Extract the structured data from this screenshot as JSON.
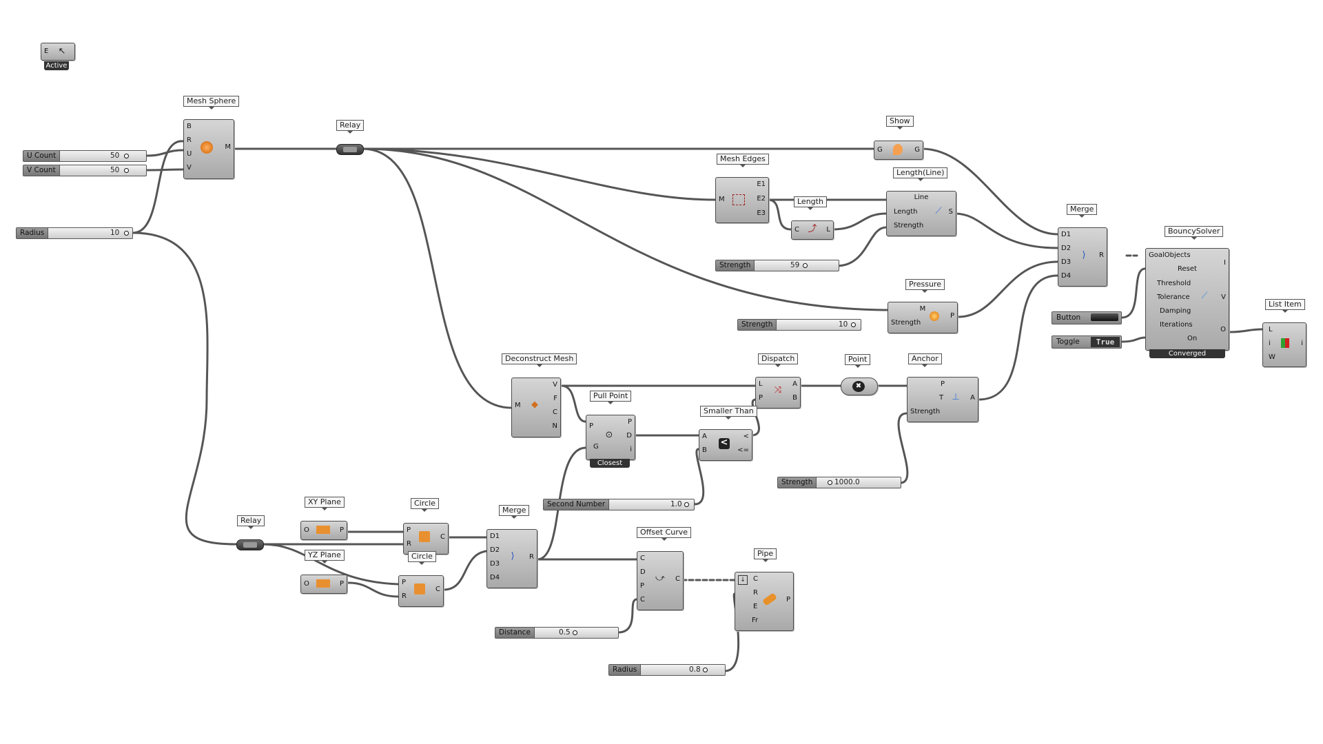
{
  "canvas_state": {
    "label": "Active",
    "icon_letter": "E"
  },
  "components": [
    {
      "name": "Mesh Sphere",
      "inputs": [
        "B",
        "R",
        "U",
        "V"
      ],
      "outputs": [
        "M"
      ],
      "icon": "mesh-sphere-icon"
    },
    {
      "name": "Relay"
    },
    {
      "name": "Show",
      "inputs": [
        "G"
      ],
      "outputs": [
        "G"
      ],
      "icon": "show-icon"
    },
    {
      "name": "Mesh Edges",
      "inputs": [
        "M"
      ],
      "outputs": [
        "E1",
        "E2",
        "E3"
      ],
      "icon": "mesh-edges-icon"
    },
    {
      "name": "Length",
      "inputs": [
        "C"
      ],
      "outputs": [
        "L"
      ],
      "icon": "length-icon"
    },
    {
      "name": "Length(Line)",
      "inputs": [
        "Line",
        "Length",
        "Strength"
      ],
      "outputs": [
        "S"
      ],
      "icon": "length-line-icon"
    },
    {
      "name": "Merge",
      "inputs": [
        "D1",
        "D2",
        "D3",
        "D4"
      ],
      "outputs": [
        "R"
      ],
      "icon": "merge-icon"
    },
    {
      "name": "BouncySolver",
      "inputs": [
        "GoalObjects",
        "Reset",
        "Threshold",
        "Tolerance",
        "Damping",
        "Iterations",
        "On"
      ],
      "outputs": [
        "I",
        "V",
        "O"
      ],
      "status": "Converged",
      "icon": "bouncy-solver-icon"
    },
    {
      "name": "Pressure",
      "inputs": [
        "M",
        "Strength"
      ],
      "outputs": [
        "P"
      ],
      "icon": "pressure-icon"
    },
    {
      "name": "List Item",
      "inputs": [
        "L",
        "i",
        "W"
      ],
      "outputs": [
        "i"
      ],
      "icon": "list-item-icon"
    },
    {
      "name": "Deconstruct Mesh",
      "inputs": [
        "M"
      ],
      "outputs": [
        "V",
        "F",
        "C",
        "N"
      ],
      "icon": "deconstruct-mesh-icon"
    },
    {
      "name": "Pull Point",
      "inputs": [
        "P",
        "G"
      ],
      "outputs": [
        "P",
        "D",
        "i"
      ],
      "status": "Closest",
      "icon": "pull-point-icon"
    },
    {
      "name": "Dispatch",
      "inputs": [
        "L",
        "P"
      ],
      "outputs": [
        "A",
        "B"
      ],
      "icon": "dispatch-icon"
    },
    {
      "name": "Point",
      "icon": "point-icon"
    },
    {
      "name": "Anchor",
      "inputs": [
        "P",
        "T",
        "Strength"
      ],
      "outputs": [
        "A"
      ],
      "icon": "anchor-icon"
    },
    {
      "name": "Smaller Than",
      "inputs": [
        "A",
        "B"
      ],
      "outputs": [
        "<",
        "<="
      ],
      "icon": "smaller-than-icon"
    },
    {
      "name": "Relay"
    },
    {
      "name": "XY Plane",
      "inputs": [
        "O"
      ],
      "outputs": [
        "P"
      ],
      "icon": "xy-plane-icon"
    },
    {
      "name": "Circle",
      "inputs": [
        "P",
        "R"
      ],
      "outputs": [
        "C"
      ],
      "icon": "circle-icon"
    },
    {
      "name": "YZ Plane",
      "inputs": [
        "O"
      ],
      "outputs": [
        "P"
      ],
      "icon": "yz-plane-icon"
    },
    {
      "name": "Circle",
      "inputs": [
        "P",
        "R"
      ],
      "outputs": [
        "C"
      ],
      "icon": "circle-icon"
    },
    {
      "name": "Merge",
      "inputs": [
        "D1",
        "D2",
        "D3",
        "D4"
      ],
      "outputs": [
        "R"
      ],
      "icon": "merge-icon"
    },
    {
      "name": "Offset Curve",
      "inputs": [
        "C",
        "D",
        "P",
        "C"
      ],
      "outputs": [
        "C"
      ],
      "icon": "offset-curve-icon"
    },
    {
      "name": "Pipe",
      "inputs": [
        "C",
        "R",
        "E",
        "Fr"
      ],
      "outputs": [
        "P"
      ],
      "icon": "pipe-icon"
    }
  ],
  "sliders": [
    {
      "label": "U Count",
      "value": "50"
    },
    {
      "label": "V Count",
      "value": "50"
    },
    {
      "label": "Radius",
      "value": "10"
    },
    {
      "label": "Strength",
      "value": "59"
    },
    {
      "label": "Strength",
      "value": "10"
    },
    {
      "label": "Strength",
      "value": "1000.0"
    },
    {
      "label": "Second Number",
      "value": "1.0"
    },
    {
      "label": "Distance",
      "value": "0.5"
    },
    {
      "label": "Radius",
      "value": "0.8"
    }
  ],
  "button": {
    "label": "Button"
  },
  "toggle": {
    "label": "Toggle",
    "value": "True"
  },
  "icon_glyphs": {
    "point": "✖",
    "smaller": "<"
  },
  "colors": {
    "wire": "#555555",
    "node_fill": "#bdbdbd",
    "node_border": "#4a4a4a",
    "status_bar": "#333333",
    "canvas": "#ffffff"
  }
}
